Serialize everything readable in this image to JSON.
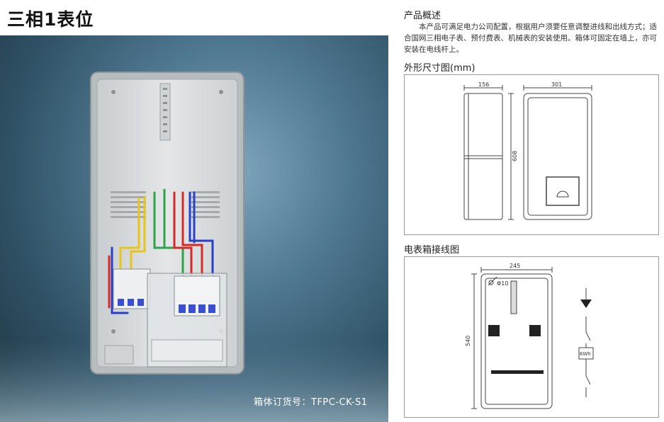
{
  "title": "三相1表位",
  "photo": {
    "caption": "箱体订货号：TFPC-CK-S1"
  },
  "overview": {
    "heading": "产品概述",
    "text": "本产品可满足电力公司配置，根据用户须要任意调整进线和出线方式；适合国网三相电子表、预付费表、机械表的安装使用。箱体可固定在墙上，亦可安装在电线杆上。"
  },
  "dimensions": {
    "heading": "外形尺寸图(mm)",
    "depth": "156",
    "width": "301",
    "height": "608"
  },
  "wiring": {
    "heading": "电表箱接线图",
    "inner_width": "245",
    "inner_height": "540",
    "hole": "Φ10",
    "meter_label": "KWh"
  },
  "colors": {
    "wire_yellow": "#e8c51a",
    "wire_green": "#2fa34a",
    "wire_red": "#d42a2a",
    "wire_blue": "#2a3fc8"
  }
}
